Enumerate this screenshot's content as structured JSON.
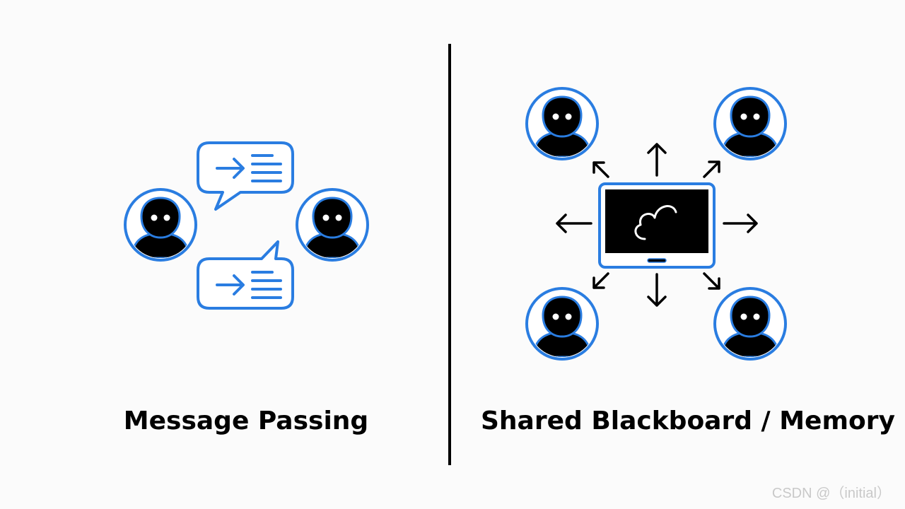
{
  "left_panel": {
    "title": "Message Passing"
  },
  "right_panel": {
    "title": "Shared Blackboard / Memory"
  },
  "watermark": "CSDN @（initial）",
  "colors": {
    "accent": "#2a7de1",
    "ink": "#000000",
    "background": "#fbfbfb"
  },
  "icons": [
    "person-icon",
    "chat-bubble-icon",
    "arrow-icon",
    "laptop-icon",
    "cloud-icon"
  ]
}
